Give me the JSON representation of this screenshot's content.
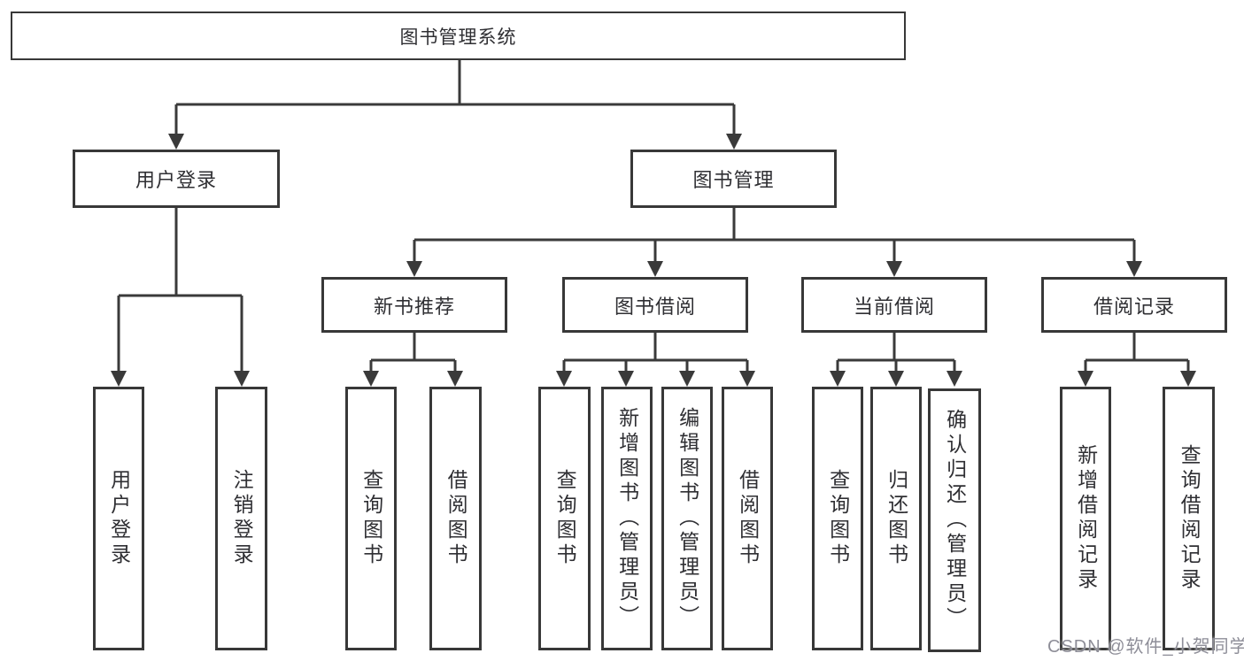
{
  "tree": {
    "root": {
      "label": "图书管理系统"
    },
    "branches": [
      {
        "label": "用户登录",
        "children": [
          "用户登录",
          "注销登录"
        ]
      },
      {
        "label": "图书管理",
        "sections": [
          {
            "label": "新书推荐",
            "children": [
              "查询图书",
              "借阅图书"
            ]
          },
          {
            "label": "图书借阅",
            "children": [
              "查询图书",
              "新增图书（管理员）",
              "编辑图书（管理员）",
              "借阅图书"
            ]
          },
          {
            "label": "当前借阅",
            "children": [
              "查询图书",
              "归还图书",
              "确认归还（管理员）"
            ]
          },
          {
            "label": "借阅记录",
            "children": [
              "新增借阅记录",
              "查询借阅记录"
            ]
          }
        ]
      }
    ]
  },
  "colors": {
    "line": "#3a3a3a",
    "border": "#383838",
    "text": "#2f2f33",
    "watermark": "#8e8e98"
  },
  "watermark": "CSDN @软件_小贺同学"
}
